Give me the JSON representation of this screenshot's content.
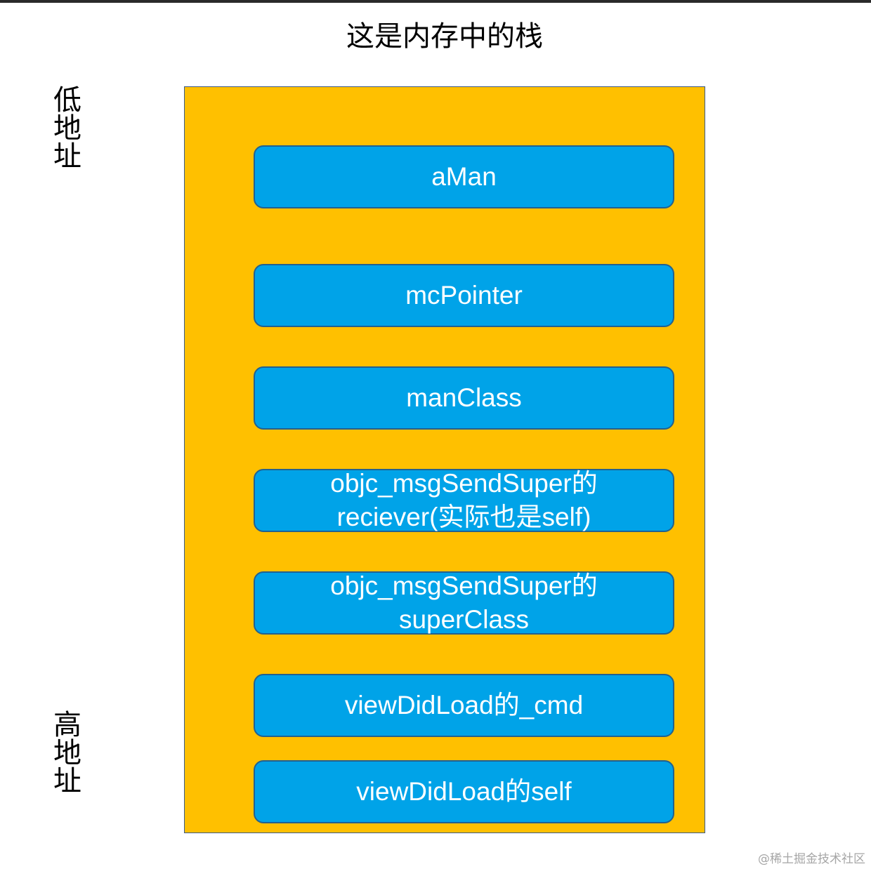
{
  "title": "这是内存中的栈",
  "low_address_label": "低地址",
  "high_address_label": "高地址",
  "stack_slots": [
    {
      "lines": [
        "aMan"
      ]
    },
    {
      "lines": [
        "mcPointer"
      ]
    },
    {
      "lines": [
        "manClass"
      ]
    },
    {
      "lines": [
        "objc_msgSendSuper的",
        "reciever(实际也是self)"
      ]
    },
    {
      "lines": [
        "objc_msgSendSuper的",
        "superClass"
      ]
    },
    {
      "lines": [
        "viewDidLoad的_cmd"
      ]
    },
    {
      "lines": [
        "viewDidLoad的self"
      ]
    }
  ],
  "watermark": "@稀土掘金技术社区",
  "colors": {
    "stack_background": "#ffc000",
    "slot_fill": "#00a3e8",
    "slot_border": "#23618f",
    "slot_text": "#ffffff"
  }
}
